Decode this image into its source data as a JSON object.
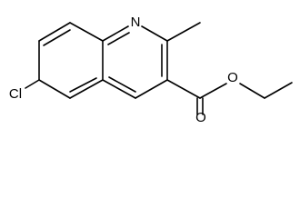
{
  "molecule": {
    "atoms": {
      "nitrogen": "N",
      "chlorine": "Cl",
      "carbonyl_oxygen": "O",
      "ester_oxygen": "O"
    },
    "colors": {
      "bond": "#000000",
      "text": "#000000",
      "background": "#ffffff"
    }
  }
}
